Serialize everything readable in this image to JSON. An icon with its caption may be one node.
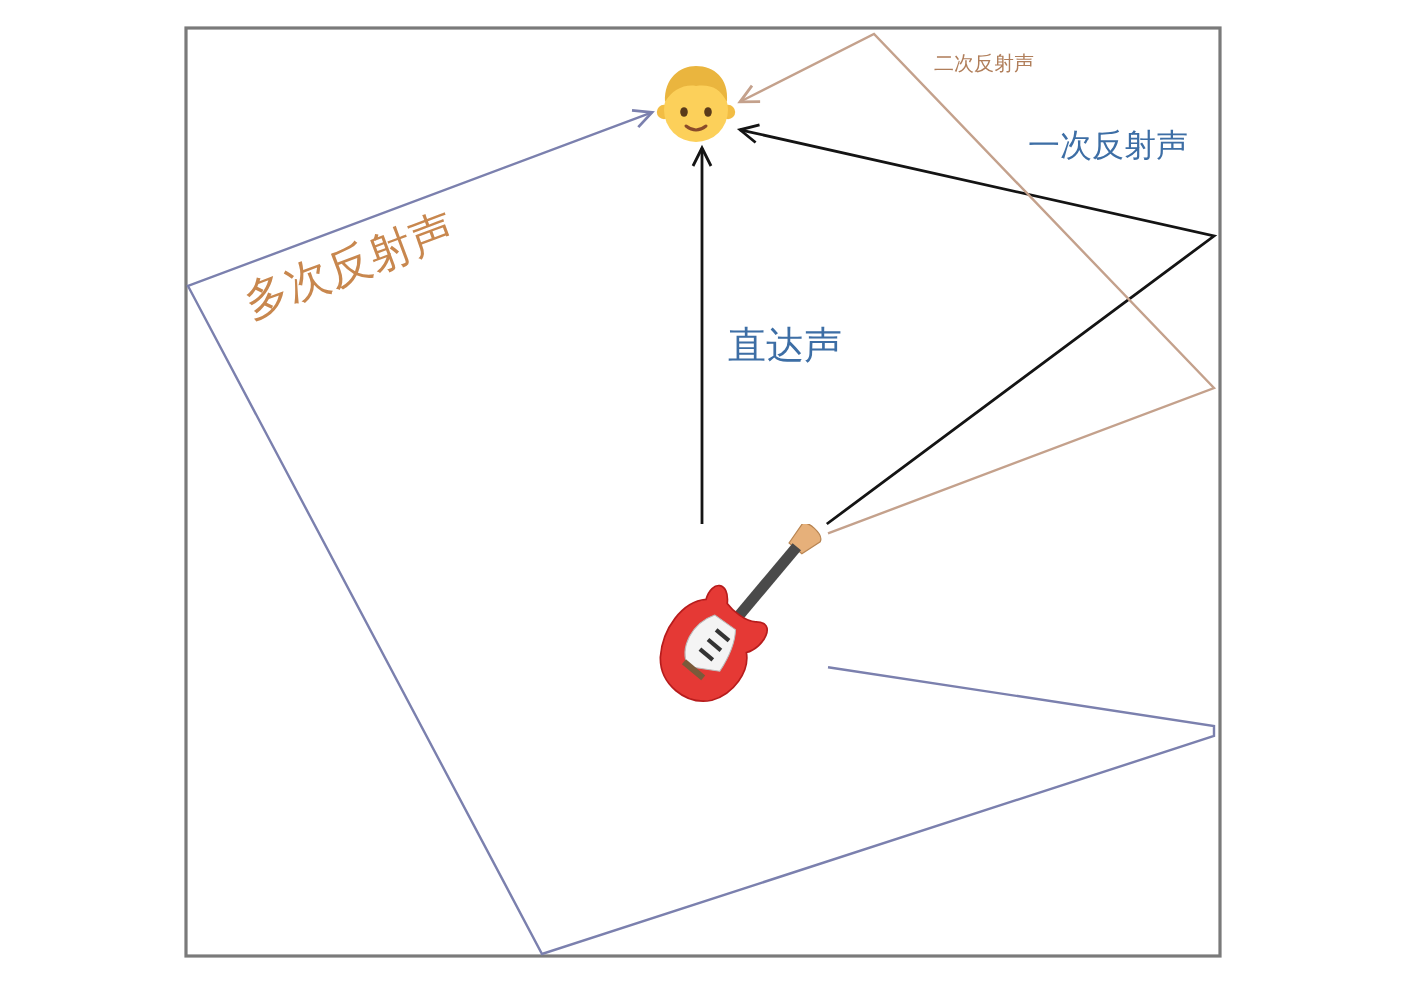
{
  "diagram": {
    "nodes": [
      {
        "text": [],
        "shape": "person"
      },
      {
        "text": [],
        "shape": "picture"
      }
    ],
    "edges": [
      {
        "from": 1,
        "to": 0,
        "arrow": "to",
        "label": "直达声"
      },
      {
        "from": 1,
        "to": 0,
        "arrow": "to",
        "label": "一次反射声"
      },
      {
        "from": 1,
        "to": 0,
        "arrow": "to",
        "label": "二次反射声",
        "color": "#c4a18c"
      },
      {
        "from": 1,
        "to": 0,
        "arrow": "to",
        "label": "多次反射声",
        "color": "#7b80ae"
      }
    ]
  }
}
